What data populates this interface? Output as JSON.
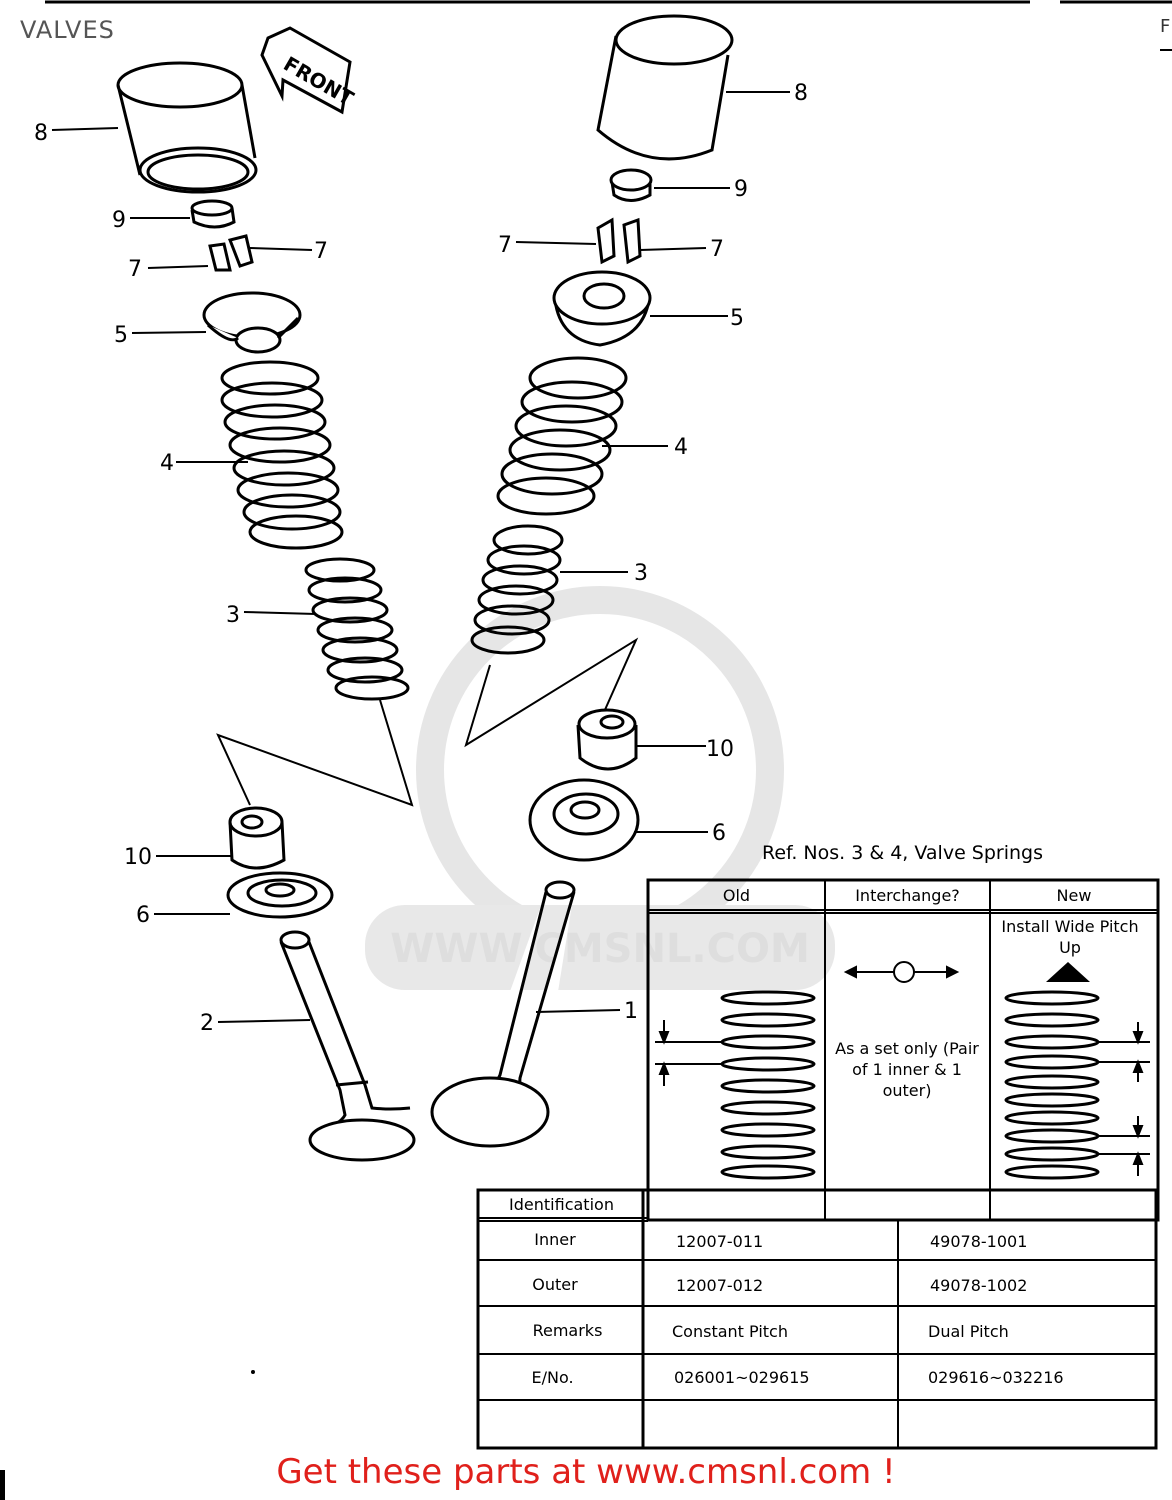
{
  "page_title": "VALVES",
  "corner_mark": "F",
  "front_label": "FRONT",
  "watermark": "WWW.CMSNL.COM",
  "callouts": [
    "8",
    "9",
    "7",
    "7",
    "5",
    "4",
    "3",
    "10",
    "6",
    "2",
    "8",
    "9",
    "7",
    "7",
    "5",
    "4",
    "3",
    "10",
    "6",
    "1"
  ],
  "ref_title": "Ref. Nos. 3 & 4, Valve Springs",
  "table": {
    "head_old": "Old",
    "head_interchange": "Interchange?",
    "head_new": "New",
    "install_note": "Install Wide Pitch Up",
    "set_note": "As a set only (Pair of 1 inner & 1 outer)",
    "identification": "Identification",
    "rows": [
      {
        "label": "Inner",
        "old": "12007-011",
        "new": "49078-1001"
      },
      {
        "label": "Outer",
        "old": "12007-012",
        "new": "49078-1002"
      },
      {
        "label": "Remarks",
        "old": "Constant Pitch",
        "new": "Dual Pitch"
      },
      {
        "label": "E/No.",
        "old": "026001~029615",
        "new": "029616~032216"
      }
    ]
  },
  "banner": "Get these parts at www.cmsnl.com !"
}
